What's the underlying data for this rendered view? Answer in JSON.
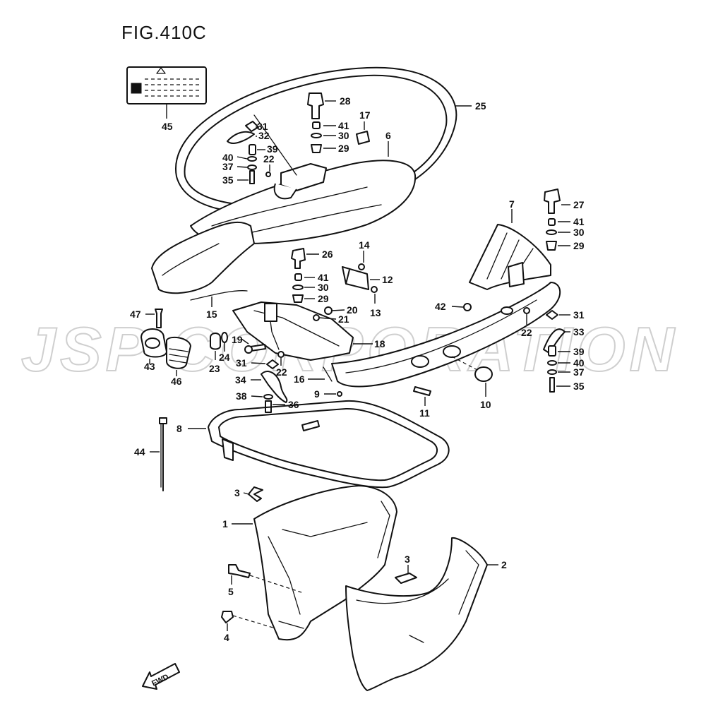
{
  "figure": {
    "title": "FIG.410C",
    "watermark": "JSP CORPORATION",
    "fwd_label": "FWD"
  },
  "labels": {
    "p1": "1",
    "p2": "2",
    "p3a": "3",
    "p3b": "3",
    "p4": "4",
    "p5": "5",
    "p6": "6",
    "p7": "7",
    "p8": "8",
    "p9": "9",
    "p10": "10",
    "p11": "11",
    "p12": "12",
    "p13": "13",
    "p14": "14",
    "p15": "15",
    "p16": "16",
    "p17": "17",
    "p18": "18",
    "p19": "19",
    "p20": "20",
    "p21": "21",
    "p22a": "22",
    "p22b": "22",
    "p22c": "22",
    "p23": "23",
    "p24": "24",
    "p25": "25",
    "p26": "26",
    "p27": "27",
    "p28": "28",
    "p29a": "29",
    "p29b": "29",
    "p29c": "29",
    "p30a": "30",
    "p30b": "30",
    "p30c": "30",
    "p31a": "31",
    "p31b": "31",
    "p31c": "31",
    "p32": "32",
    "p33": "33",
    "p34": "34",
    "p35a": "35",
    "p35b": "35",
    "p36": "36",
    "p37a": "37",
    "p37b": "37",
    "p38": "38",
    "p39a": "39",
    "p39b": "39",
    "p40a": "40",
    "p40b": "40",
    "p41a": "41",
    "p41b": "41",
    "p41c": "41",
    "p42": "42",
    "p43": "43",
    "p44": "44",
    "p45": "45",
    "p46": "46",
    "p47": "47"
  },
  "colors": {
    "ink": "#111111",
    "watermark": "#cfcfcf",
    "background": "#ffffff"
  }
}
